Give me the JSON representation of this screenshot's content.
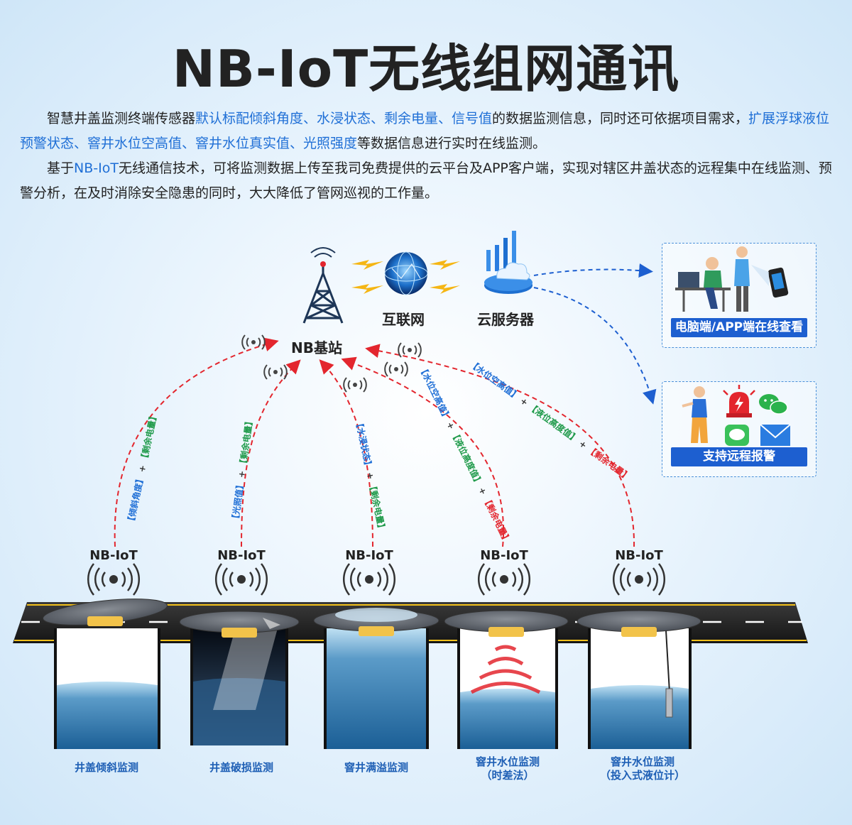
{
  "title": "NB-IoT无线组网通讯",
  "intro": {
    "p1_a": "智慧井盖监测终端传感器",
    "p1_hl1": "默认标配倾斜角度、水浸状态、剩余电量、信号值",
    "p1_b": "的数据监测信息，同时还可依据项目需求，",
    "p1_hl2": "扩展浮球液位预警状态、窨井水位空高值、窨井水位真实值、光照强度",
    "p1_c": "等数据信息进行实时在线监测。",
    "p2_a": "基于",
    "p2_hl": "NB-IoT",
    "p2_b": "无线通信技术，可将监测数据上传至我司免费提供的云平台及APP客户端，实现对辖区井盖状态的远程集中在线监测、预警分析，在及时消除安全隐患的同时，大大降低了管网巡视的工作量。"
  },
  "network": {
    "base_station": "NB基站",
    "internet": "互联网",
    "cloud_server": "云服务器"
  },
  "panels": {
    "view": "电脑端/APP端在线查看",
    "alarm": "支持远程报警"
  },
  "nodes": [
    {
      "protocol": "NB-IoT",
      "caption": "井盖倾斜监测",
      "caption2": ""
    },
    {
      "protocol": "NB-IoT",
      "caption": "井盖破损监测",
      "caption2": ""
    },
    {
      "protocol": "NB-IoT",
      "caption": "窨井满溢监测",
      "caption2": ""
    },
    {
      "protocol": "NB-IoT",
      "caption": "窨井水位监测",
      "caption2": "（时差法）"
    },
    {
      "protocol": "NB-IoT",
      "caption": "窨井水位监测",
      "caption2": "（投入式液位计）"
    }
  ],
  "arc_labels": [
    {
      "a": "【倾斜角度】",
      "b": "【剩余电量】"
    },
    {
      "a": "【光照值】",
      "b": "【剩余电量】"
    },
    {
      "a": "【水浸状态】",
      "b": "【剩余电量】"
    },
    {
      "a": "【水位空高值】",
      "b": "【液位高度值】",
      "c": "【剩余电量】"
    },
    {
      "a": "【水位空高值】",
      "b": "【液位高度值】",
      "c": "【剩余电量】"
    }
  ],
  "plus": "+",
  "colors": {
    "arrow": "#e3262e",
    "accent": "#1d5fd0",
    "label_blue": "#1f6fd6",
    "label_green": "#1f9a4a",
    "label_red": "#e3262e"
  },
  "icons": [
    "tower-icon",
    "globe-icon",
    "cloud-server-icon",
    "wifi-signal-icon",
    "desktop-user-icon",
    "phone-user-icon",
    "alarm-light-icon",
    "wechat-icon",
    "sms-icon",
    "email-icon"
  ]
}
